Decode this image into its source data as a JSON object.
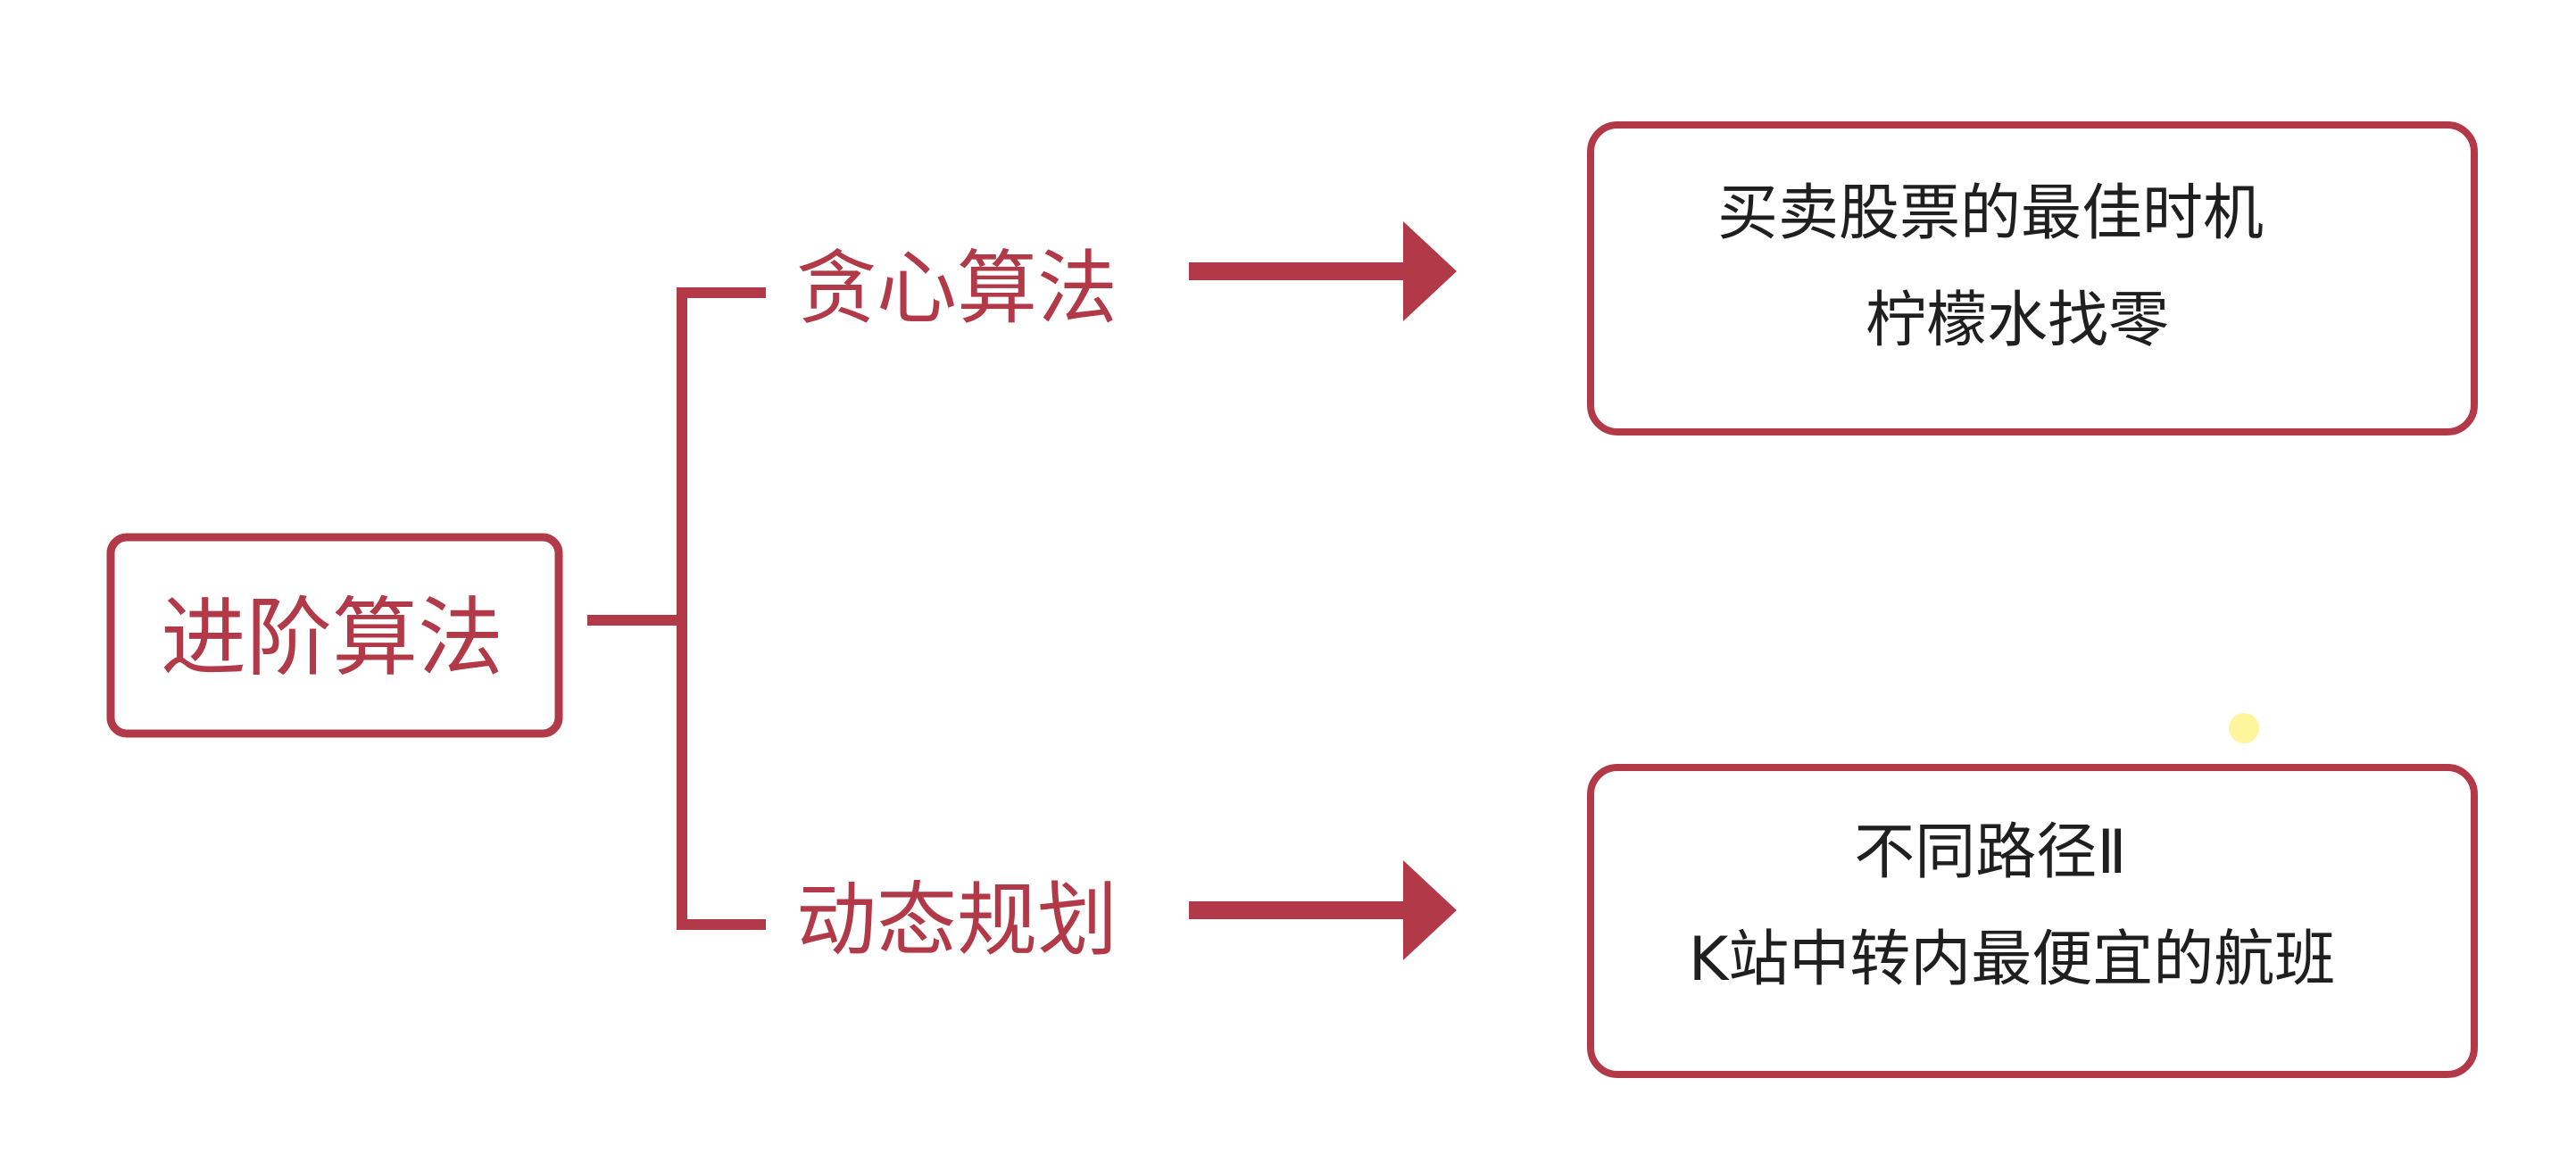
{
  "colors": {
    "accent": "#b23a48",
    "text_dark": "#1f1f1f",
    "cursor_dot": "#fff59d",
    "background": "#ffffff"
  },
  "root": {
    "label": "进阶算法"
  },
  "branches": [
    {
      "label": "贪心算法",
      "items": [
        "买卖股票的最佳时机",
        "柠檬水找零"
      ]
    },
    {
      "label": "动态规划",
      "items": [
        "不同路径Ⅱ",
        "K站中转内最便宜的航班"
      ]
    }
  ]
}
